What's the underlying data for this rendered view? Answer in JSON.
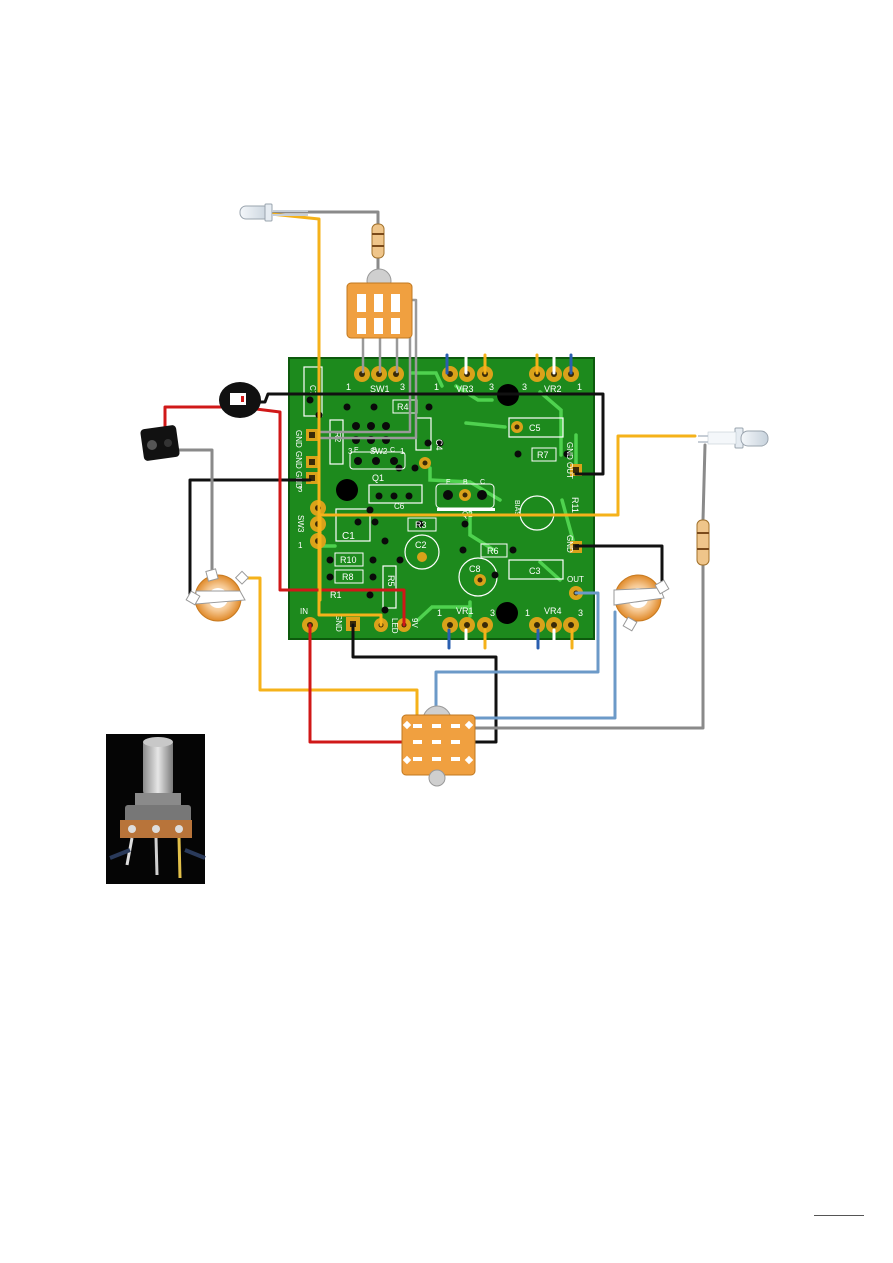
{
  "pcb": {
    "sw1": {
      "label": "SW1",
      "pins": [
        "1",
        "3"
      ]
    },
    "sw2": {
      "label": "SW2",
      "pins": [
        "3",
        "1"
      ]
    },
    "vr1": {
      "label": "VR1",
      "pins": [
        "1",
        "3"
      ]
    },
    "vr2": {
      "label": "VR2",
      "pins": [
        "3",
        "1"
      ]
    },
    "vr3": {
      "label": "VR3",
      "pins": [
        "1",
        "3"
      ]
    },
    "vr4": {
      "label": "VR4",
      "pins": [
        "1",
        "3"
      ]
    },
    "sw3": {
      "label": "SW3",
      "pins": [
        "3",
        "1"
      ]
    },
    "components": {
      "r4": "R4",
      "r2": "R2",
      "r3": "R3",
      "r5": "R5",
      "r6": "R6",
      "r7": "R7",
      "r8": "R8",
      "r10": "R10",
      "r1": "R1",
      "r11": "R11",
      "c1": "C1",
      "c2": "C2",
      "c3": "C3",
      "c4": "C4",
      "c5": "C5",
      "c6": "C6",
      "c7": "C7",
      "c8": "C8",
      "q1": "Q1",
      "q2": "Q2",
      "bias": "BIAS"
    },
    "transistor_pins": [
      "E",
      "B",
      "C"
    ],
    "left_pads": {
      "gnd1": "GND",
      "gnd2": "GND",
      "gnd3": "GND",
      "gnd_upper": "GND",
      "pad3": "3",
      "pad1": "1"
    },
    "right_pads": {
      "gnd_out": "GND OUT",
      "gnd": "GND",
      "out": "OUT"
    },
    "bottom_pads": {
      "in": "IN",
      "gnd": "GND",
      "led": "LED",
      "nine_v": "9V"
    }
  },
  "colors": {
    "pcb": "#1d8a1d",
    "pcb_border": "#0d5a0d",
    "pad_gold": "#d9a21a",
    "switch_orange": "#f0a040",
    "wire_yellow": "#f5b21a",
    "wire_red": "#d01818",
    "wire_black": "#111111",
    "wire_grey": "#8a8a8a",
    "wire_blue": "#6c9ac8",
    "trace_green": "#4fd24f"
  }
}
